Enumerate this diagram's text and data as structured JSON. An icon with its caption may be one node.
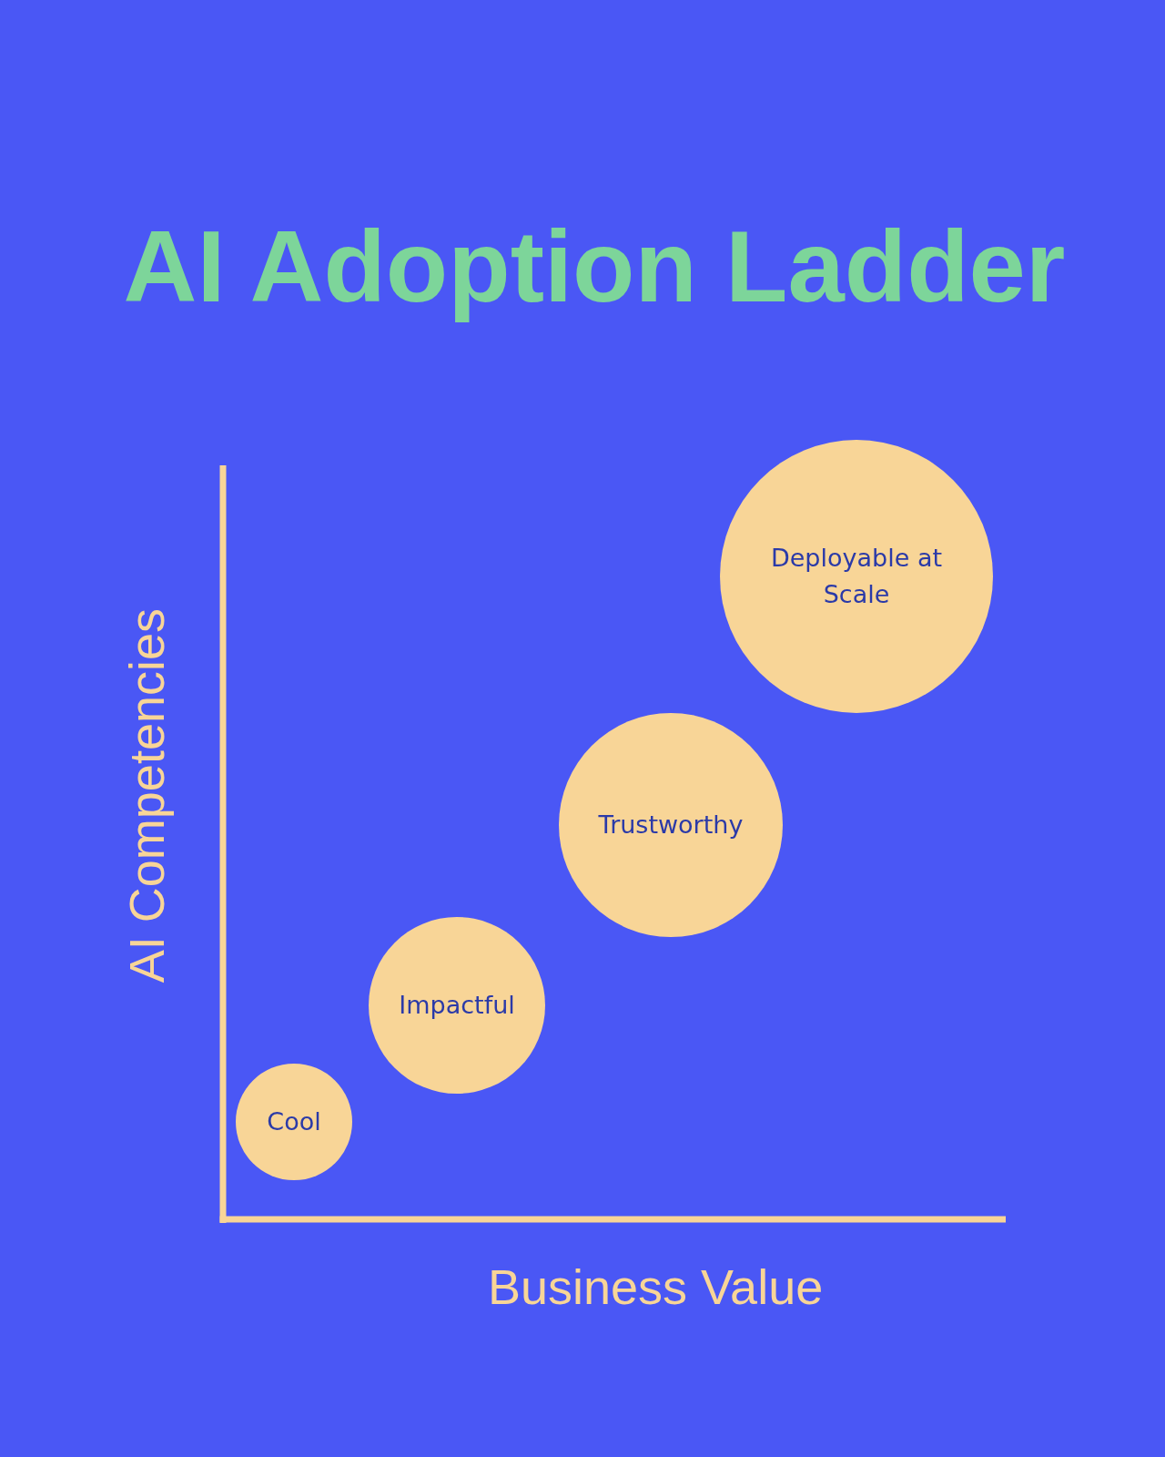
{
  "diagram": {
    "title": "AI Adoption Ladder",
    "nodes": [
      {
        "text": [
          "Cool"
        ]
      },
      {
        "text": [
          "Impactful"
        ]
      },
      {
        "text": [
          "Trustworthy"
        ]
      },
      {
        "text": [
          "Deployable at Scale"
        ]
      }
    ],
    "labels": [
      "AI Competencies",
      "Business Value"
    ]
  }
}
